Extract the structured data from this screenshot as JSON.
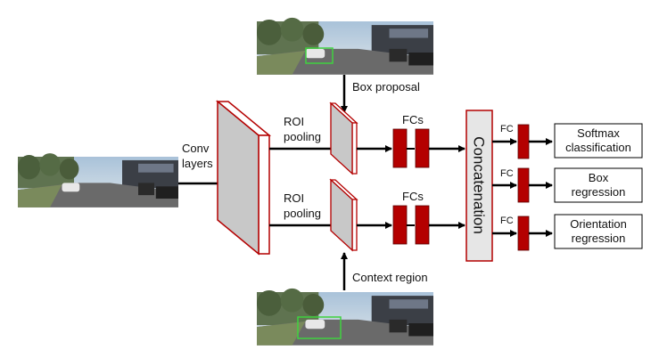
{
  "colors": {
    "accent_red": "#b40000",
    "map_fill": "#c8c8c8",
    "concat_fill": "#e6e6e6",
    "box_green": "#3fd23f",
    "arrow": "#000000"
  },
  "diagram": {
    "labels": {
      "conv": [
        "Conv",
        "layers"
      ],
      "roi_top": [
        "ROI",
        "pooling"
      ],
      "roi_bottom": [
        "ROI",
        "pooling"
      ],
      "box_proposal": "Box proposal",
      "context_region": "Context region",
      "fcs_top": "FCs",
      "fcs_bottom": "FCs",
      "concatenation": "Concatenation",
      "fc": [
        "FC",
        "FC",
        "FC"
      ]
    },
    "outputs": [
      [
        "Softmax",
        "classification"
      ],
      [
        "Box",
        "regression"
      ],
      [
        "Orientation",
        "regression"
      ]
    ],
    "icons": {
      "input_image": "street-scene-image",
      "proposal_image": "street-scene-image",
      "context_image": "street-scene-image"
    }
  }
}
